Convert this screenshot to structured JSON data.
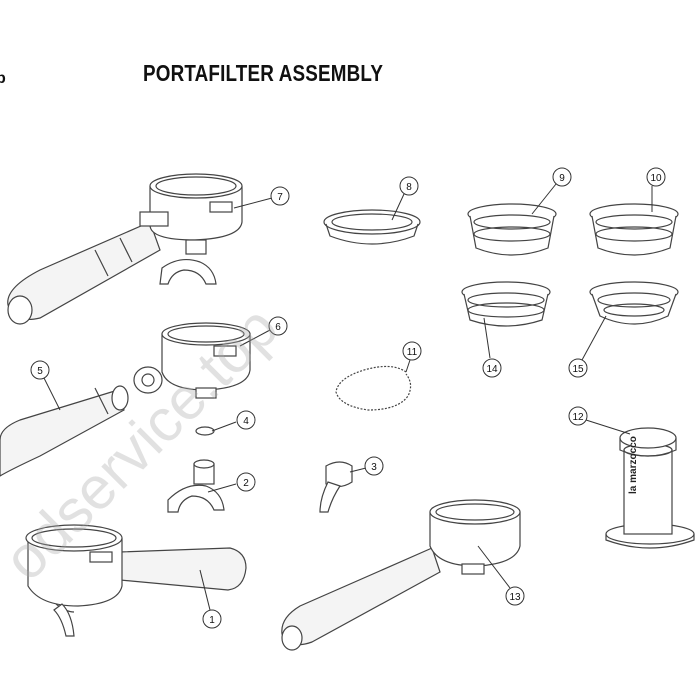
{
  "header": {
    "title": "PORTAFILTER ASSEMBLY",
    "edge_mark": "b"
  },
  "watermark": {
    "text": "odservice.top"
  },
  "callouts": [
    {
      "number": "1",
      "part": "portafilter-bottom-left"
    },
    {
      "number": "2",
      "part": "double-spout"
    },
    {
      "number": "3",
      "part": "single-spout"
    },
    {
      "number": "4",
      "part": "spring-clip"
    },
    {
      "number": "5",
      "part": "handle"
    },
    {
      "number": "6",
      "part": "portafilter-body"
    },
    {
      "number": "7",
      "part": "portafilter-top"
    },
    {
      "number": "8",
      "part": "gasket-ring"
    },
    {
      "number": "9",
      "part": "filter-basket"
    },
    {
      "number": "10",
      "part": "filter-basket"
    },
    {
      "number": "11",
      "part": "retaining-spring"
    },
    {
      "number": "12",
      "part": "tamper"
    },
    {
      "number": "13",
      "part": "portafilter-bottom-right"
    },
    {
      "number": "14",
      "part": "filter-basket"
    },
    {
      "number": "15",
      "part": "filter-basket"
    }
  ],
  "tamper_label": "la marzocco",
  "colors": {
    "line": "#444444",
    "fill": "#ffffff",
    "handle": "#f4f4f4"
  }
}
